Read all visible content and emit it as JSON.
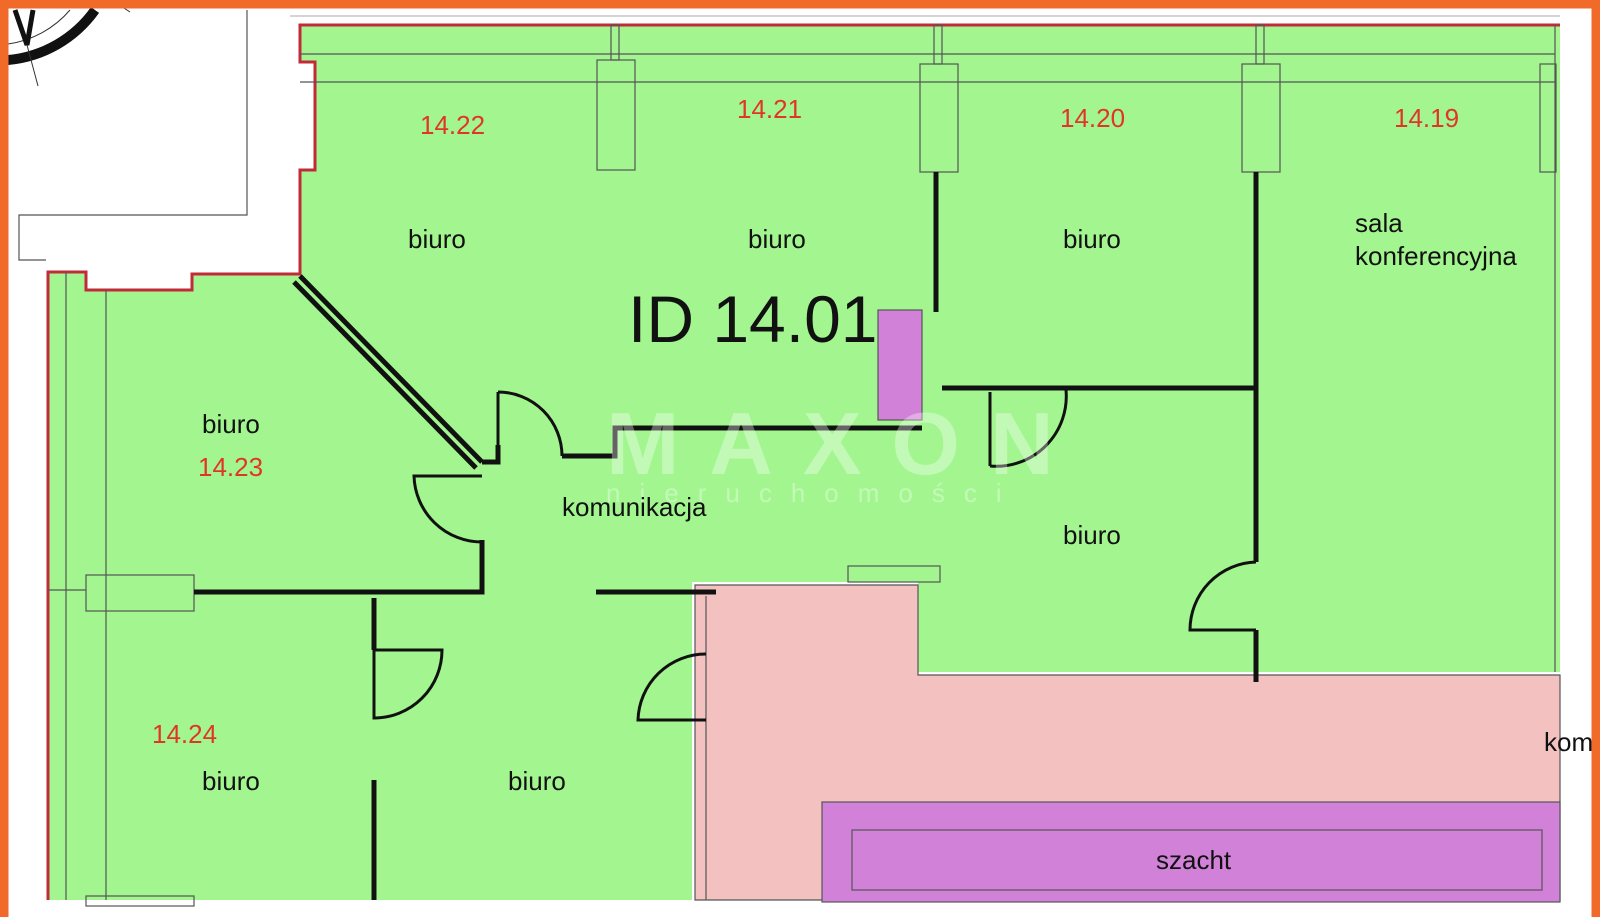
{
  "plan": {
    "id_label": "ID 14.01",
    "watermark": {
      "brand": "MAXON",
      "subtitle": "nieruchomości"
    },
    "rooms": [
      {
        "number": "14.22",
        "name": "biuro"
      },
      {
        "number": "14.21",
        "name": "biuro"
      },
      {
        "number": "14.20",
        "name": "biuro"
      },
      {
        "number": "14.19",
        "name_line1": "sala",
        "name_line2": "konferencyjna"
      },
      {
        "number": "14.23",
        "name": "biuro"
      },
      {
        "number": "14.24",
        "name": "biuro"
      },
      {
        "name": "biuro"
      },
      {
        "name": "biuro"
      },
      {
        "name": "komunikacja"
      },
      {
        "name": "kom"
      },
      {
        "name": "szacht"
      }
    ],
    "colors": {
      "frame": "#f26a2a",
      "office": "#a3f68f",
      "common": "#f3c1c0",
      "shaft": "#d182d8",
      "outline": "#c22a3a",
      "number": "#e0362a"
    }
  }
}
